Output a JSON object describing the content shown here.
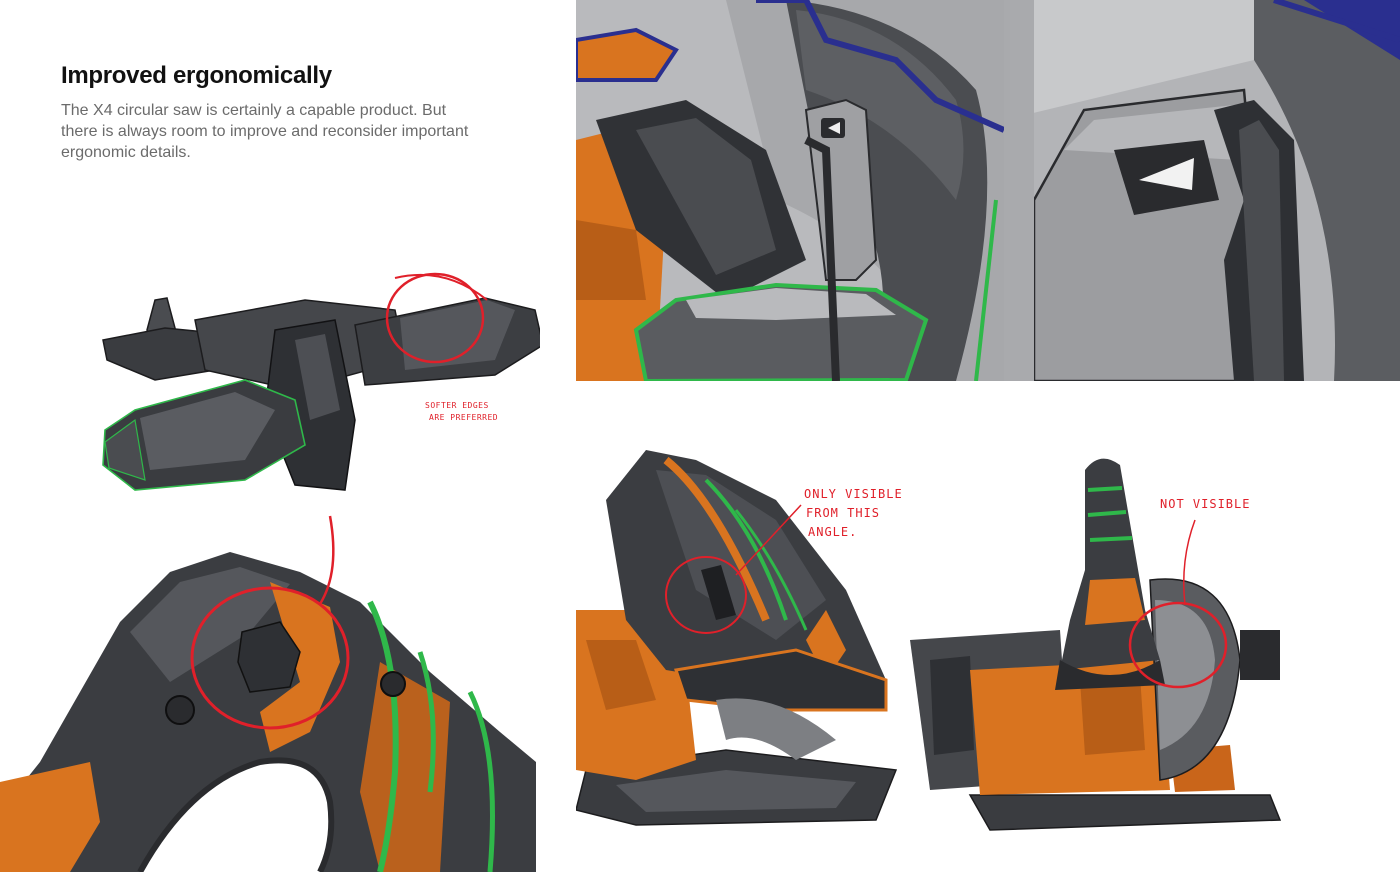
{
  "intro": {
    "heading": "Improved ergonomically",
    "body": "The X4 circular saw is certainly a capable product. But there is always room to improve and reconsider important ergonomic details."
  },
  "annotations": {
    "softer_edges_line1": "SOFTER EDGES",
    "softer_edges_line2": "ARE PREFERRED",
    "only_visible_line1": "ONLY VISIBLE",
    "only_visible_line2": "FROM THIS",
    "only_visible_line3": "ANGLE.",
    "not_visible": "NOT VISIBLE"
  },
  "colors": {
    "accent_orange": "#d9741f",
    "body_dark": "#3a3c40",
    "highlight_green": "#2fb84a",
    "sketch_red": "#e0202a",
    "blade_blue": "#2a2f8f"
  }
}
